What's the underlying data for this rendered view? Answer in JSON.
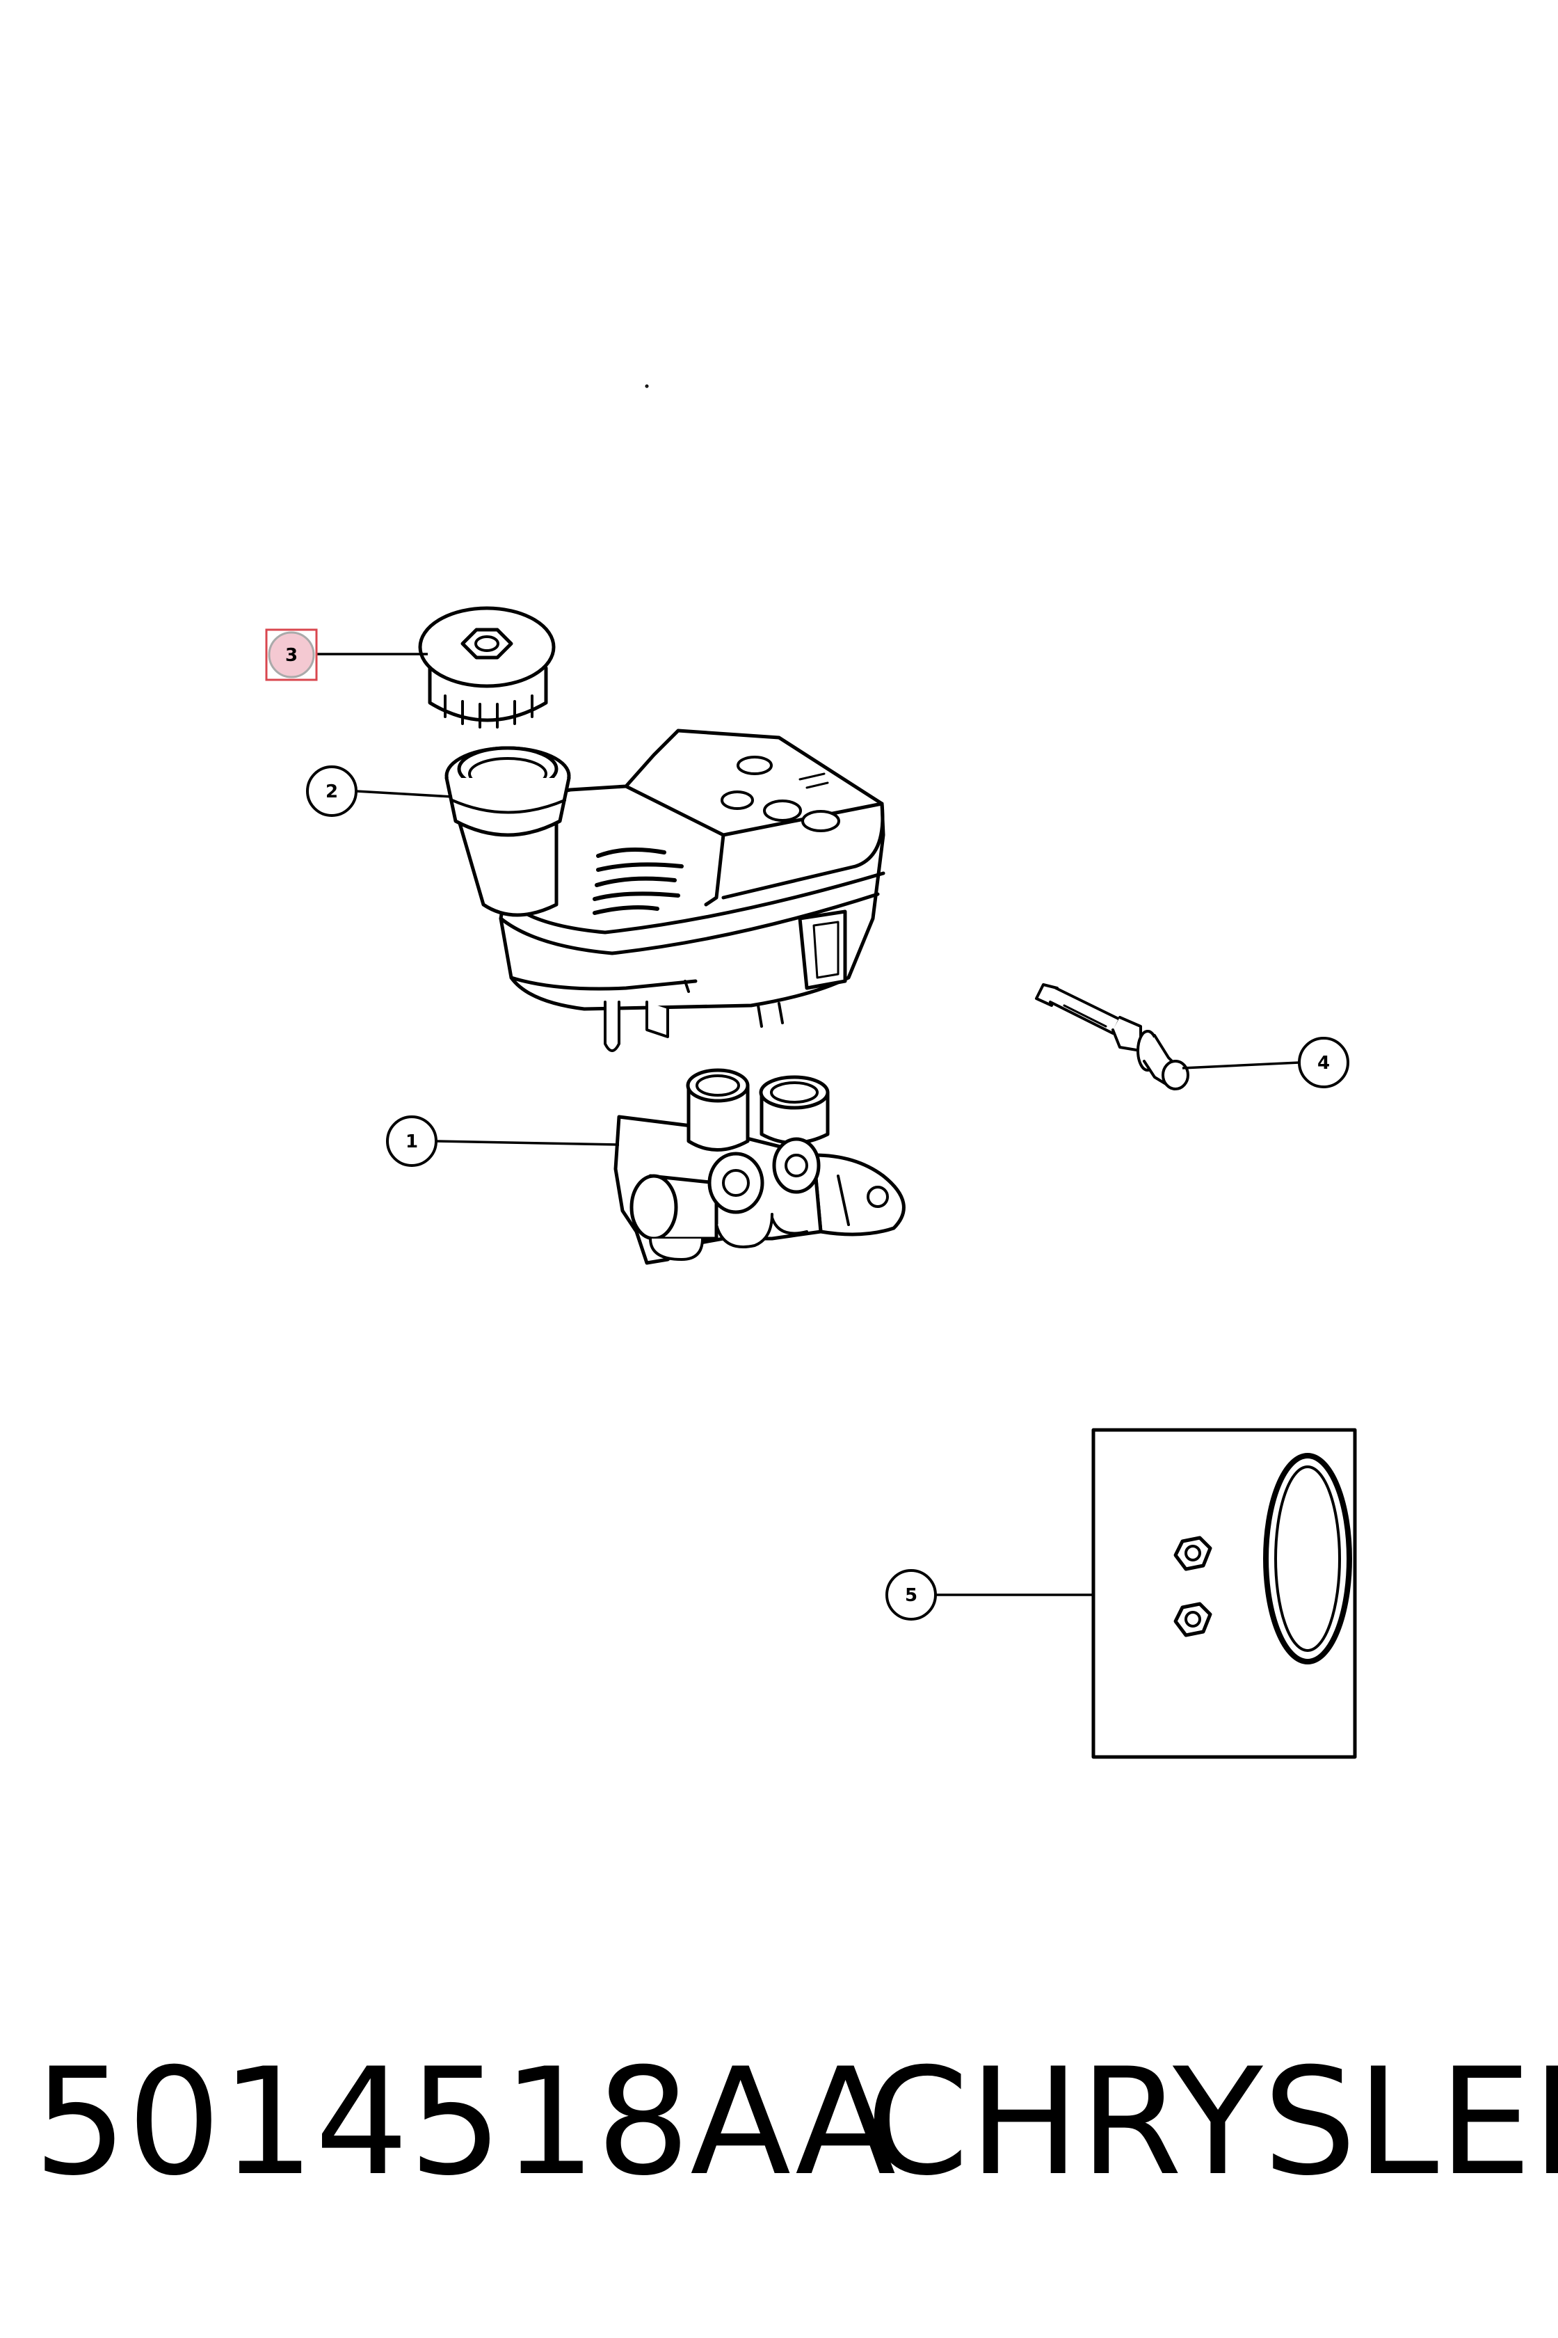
{
  "parts": [
    {
      "number": "1",
      "name": "master-cylinder-body"
    },
    {
      "number": "2",
      "name": "fluid-reservoir"
    },
    {
      "number": "3",
      "name": "reservoir-cap",
      "highlighted": true
    },
    {
      "number": "4",
      "name": "level-sensor"
    },
    {
      "number": "5",
      "name": "nut-and-seal-kit"
    }
  ],
  "reservoir_label_text": "",
  "caption": {
    "part_number": "5014518AA",
    "brand": "CHRYSLER"
  },
  "colors": {
    "line": "#000000",
    "background": "#ffffff",
    "highlight_fill": "#f4c9d2",
    "highlight_border": "#d9474f"
  }
}
